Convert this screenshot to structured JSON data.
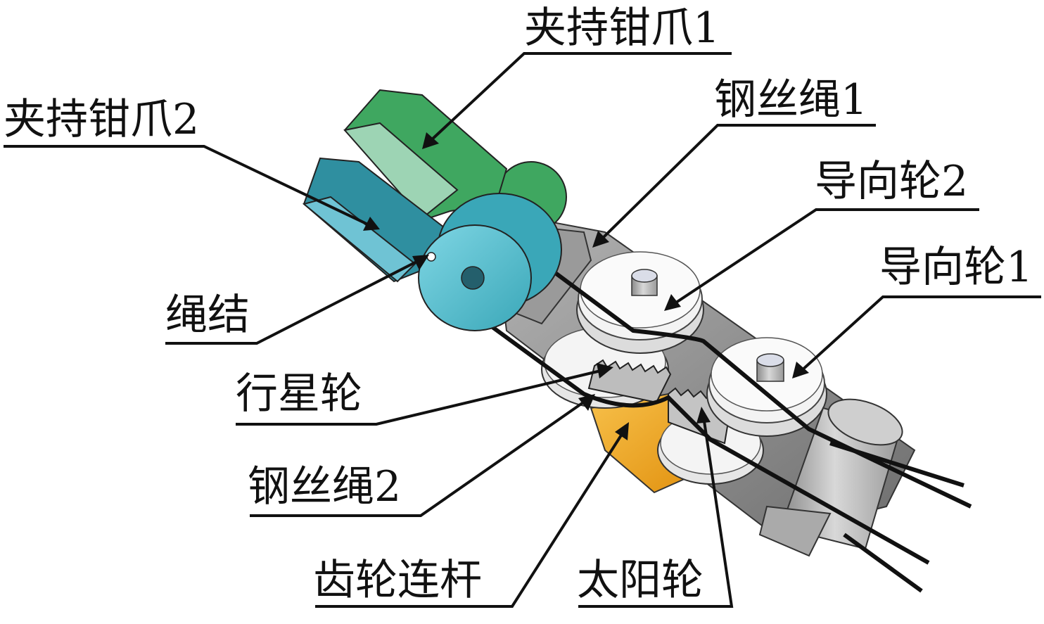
{
  "labels": {
    "clamp_jaw_1": "夹持钳爪1",
    "clamp_jaw_2": "夹持钳爪2",
    "wire_rope_1": "钢丝绳1",
    "guide_wheel_2": "导向轮2",
    "guide_wheel_1": "导向轮1",
    "rope_knot": "绳结",
    "planet_gear": "行星轮",
    "wire_rope_2": "钢丝绳2",
    "gear_link": "齿轮连杆",
    "sun_gear": "太阳轮"
  },
  "colors": {
    "jaw_1": "#3fa760",
    "jaw_1_light": "#9dd4b4",
    "jaw_2": "#2f8fa0",
    "jaw_2_light": "#6fc3d4",
    "wheel_cyan": "#5ec8d8",
    "link_orange": "#f2a71e",
    "frame_gray": "#8c8c8c",
    "pulley_white": "#f2f2f2",
    "rope_black": "#111111"
  }
}
